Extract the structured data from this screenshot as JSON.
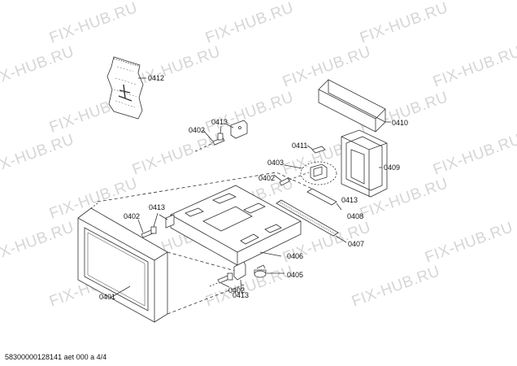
{
  "watermark_text": "FIX-HUB.RU",
  "footer_text": "58300000128141 aet 000 a 4/4",
  "part_labels": {
    "p0412": "0412",
    "p0402_a": "0402",
    "p0413_a": "0413",
    "p0411": "0411",
    "p0410": "0410",
    "p0409": "0409",
    "p0403": "0403",
    "p0402_b": "0402",
    "p0413_b": "0413",
    "p0408": "0408",
    "p0413_c": "0413",
    "p0402_c": "0402",
    "p0407": "0407",
    "p0406": "0406",
    "p0405": "0405",
    "p0413_d": "0413",
    "p0402_d": "0402",
    "p0401": "0401"
  },
  "colors": {
    "line": "#333333",
    "watermark": "#d6d6d6"
  }
}
